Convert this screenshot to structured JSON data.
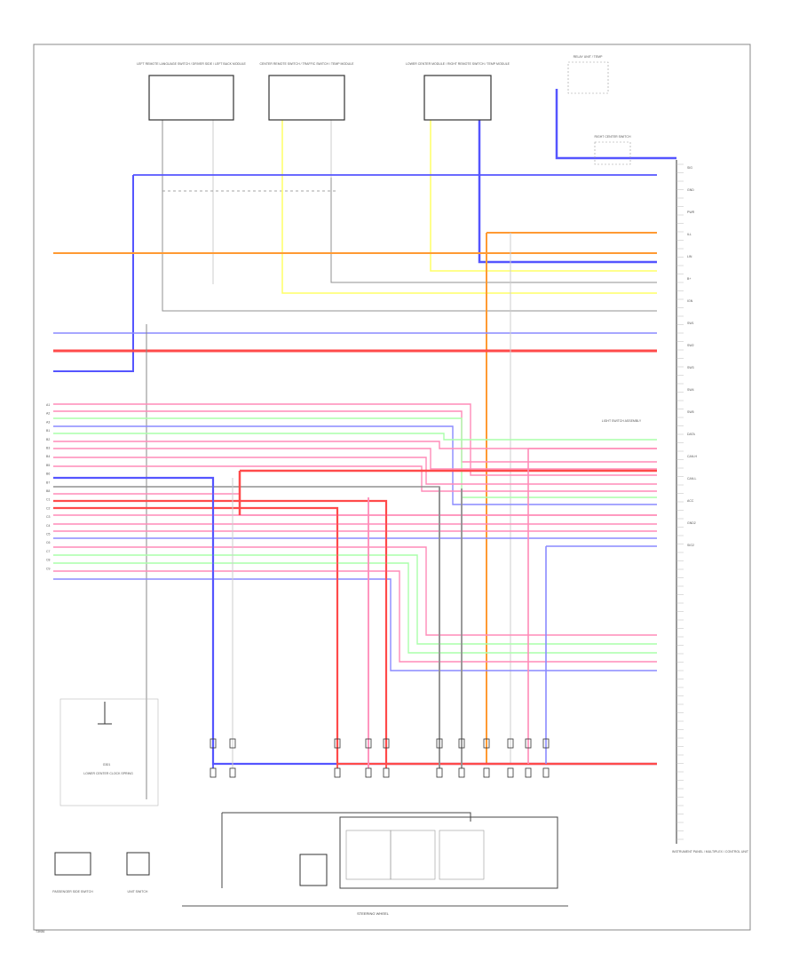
{
  "diagram": {
    "page_code": "T3K86",
    "bottom_label": "STEERING WHEEL",
    "components": [
      {
        "id": "left-switch-module",
        "label": "LEFT REMOTE LANGUAGE SWITCH / DRIVER SIDE / LEFT BACK MODULE"
      },
      {
        "id": "center-switch-module",
        "label": "CENTER REMOTE SWITCH / TRAFFIC SWITCH / TEMP MODULE"
      },
      {
        "id": "right-switch-module",
        "label": "LOWER CENTER MODULE / RIGHT REMOTE SWITCH / TEMP MODULE"
      },
      {
        "id": "top-right-relay",
        "label": "RELAY UNIT / TEMP"
      },
      {
        "id": "right-center-switch",
        "label": "RIGHT CENTER SWITCH"
      },
      {
        "id": "assist-module",
        "label": "LIGHT SWITCH ASSEMBLY"
      },
      {
        "id": "main-module",
        "label": "INSTRUMENT PANEL / MULTIPLEX / CONTROL UNIT"
      },
      {
        "id": "clock-spring",
        "label": "LOWER CENTER CLOCK SPRING"
      },
      {
        "id": "passenger-switch",
        "label": "PASSENGER SIDE SWITCH"
      },
      {
        "id": "speaker-unit",
        "label": "UNIT SWITCH"
      },
      {
        "id": "ground",
        "label": "G301"
      }
    ],
    "wire_colors": {
      "orange": "#ff9a33",
      "blue": "#5555ff",
      "red": "#ff4a4a",
      "pink": "#ff8bb8",
      "green": "#66e866",
      "yellow": "#ffff66",
      "gray": "#909090",
      "light_blue": "#8a8aff",
      "light_green": "#aaffaa",
      "black": "#555555"
    },
    "wires": [
      {
        "color": "orange",
        "label": "ORG"
      },
      {
        "color": "blue",
        "label": "BLU"
      },
      {
        "color": "red",
        "label": "RED"
      },
      {
        "color": "pink",
        "label": "PNK"
      },
      {
        "color": "green",
        "label": "GRN"
      },
      {
        "color": "yellow",
        "label": "YEL"
      },
      {
        "color": "gray",
        "label": "GRY"
      }
    ],
    "right_pin_labels": [
      "SIG",
      "GND",
      "PWR",
      "ILL",
      "LIN",
      "B+",
      "IGN",
      "SW1",
      "SW2",
      "SW3",
      "SW4",
      "SW5",
      "DATA",
      "CAN-H",
      "CAN-L",
      "ACC",
      "GND2",
      "SIG2"
    ],
    "left_pin_labels": [
      "A1",
      "A2",
      "A3",
      "B1",
      "B2",
      "B3",
      "B4",
      "B5",
      "B6",
      "B7",
      "B8",
      "C1",
      "C2",
      "C3",
      "C4",
      "C5",
      "C6",
      "C7",
      "C8",
      "C9"
    ]
  }
}
